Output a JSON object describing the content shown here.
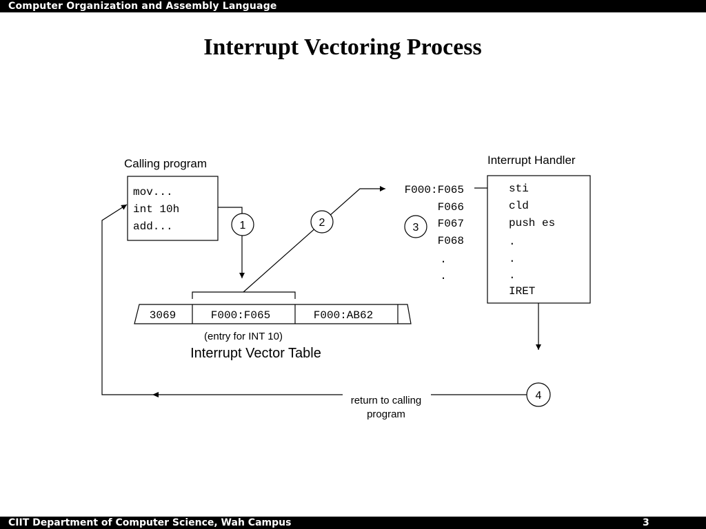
{
  "header": {
    "course": "Computer Organization and Assembly Language"
  },
  "footer": {
    "department": "CIIT Department of Computer Science, Wah Campus",
    "page_number": "3"
  },
  "slide": {
    "title": "Interrupt Vectoring Process"
  },
  "diagram": {
    "calling_program": {
      "label": "Calling program",
      "lines": [
        "mov...",
        "int 10h",
        "add..."
      ]
    },
    "interrupt_handler": {
      "label": "Interrupt Handler",
      "lines": [
        "sti",
        "cld",
        "push es",
        ".",
        ".",
        ".",
        "IRET"
      ]
    },
    "handler_addresses": [
      "F000:F065",
      "F066",
      "F067",
      "F068",
      ".",
      "."
    ],
    "vector_table": {
      "cells": [
        "3069",
        "F000:F065",
        "F000:AB62"
      ],
      "entry_note": "(entry for INT 10)",
      "label": "Interrupt Vector Table"
    },
    "steps": [
      "1",
      "2",
      "3",
      "4"
    ],
    "return_label": [
      "return to calling",
      "program"
    ]
  }
}
